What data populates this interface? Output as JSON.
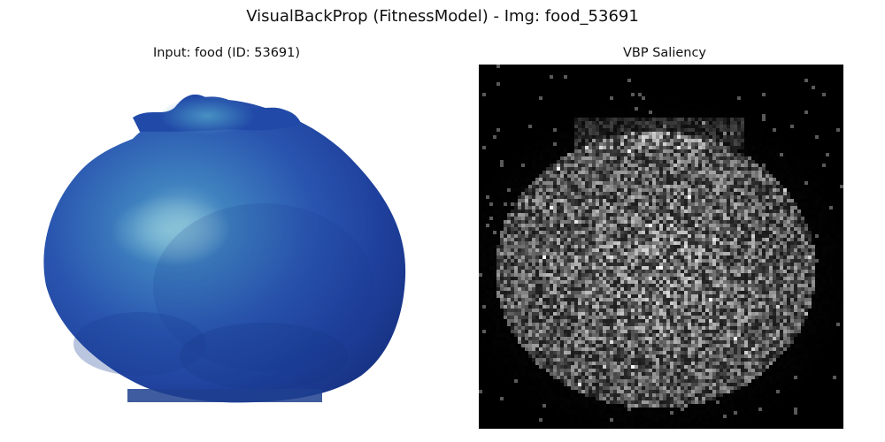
{
  "figure": {
    "suptitle": "VisualBackProp (FitnessModel) - Img: food_53691"
  },
  "panels": [
    {
      "title": "Input: food (ID: 53691)",
      "content": "input-image-blue-fruit"
    },
    {
      "title": "VBP Saliency",
      "content": "grayscale-saliency-map"
    }
  ],
  "colors": {
    "fruit_dark": "#1f3f9e",
    "fruit_mid": "#2a5db8",
    "fruit_highlight": "#5fa6c8",
    "background": "#ffffff",
    "saliency_bg": "#000000"
  }
}
